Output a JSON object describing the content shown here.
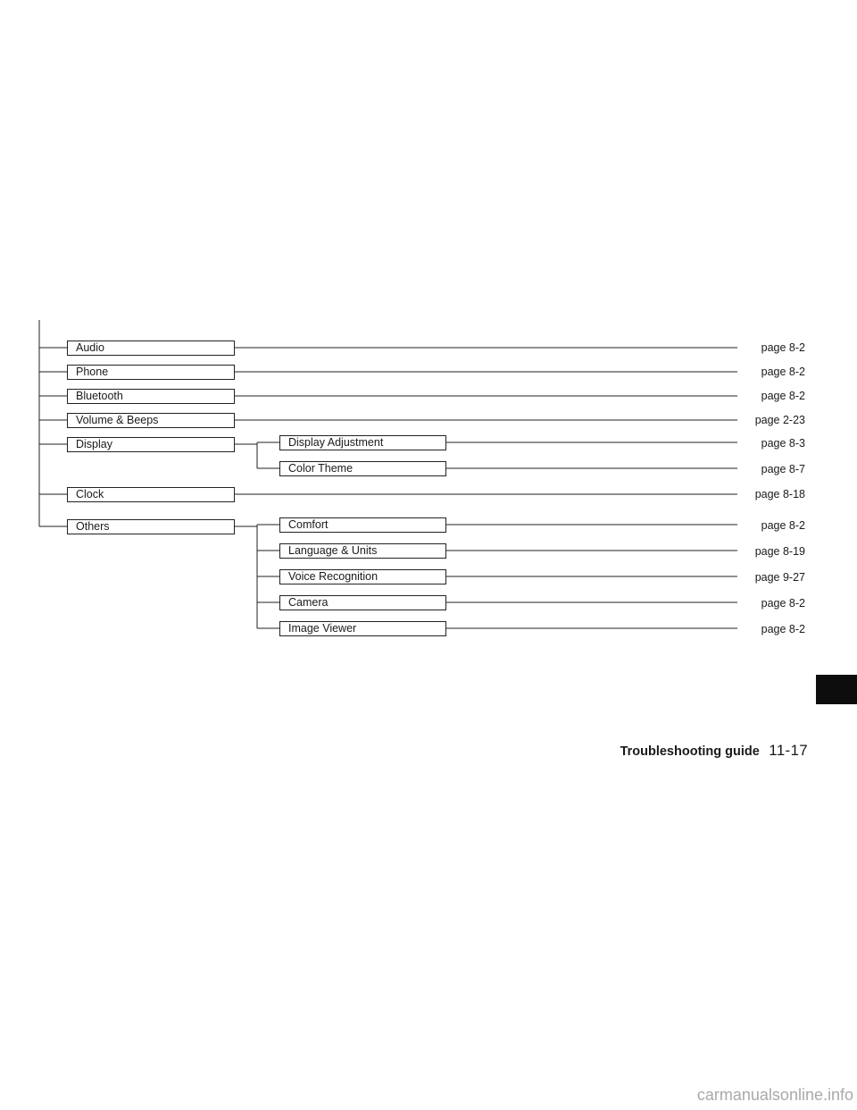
{
  "menu": [
    {
      "label": "Audio",
      "page": "page 8-2"
    },
    {
      "label": "Phone",
      "page": "page 8-2"
    },
    {
      "label": "Bluetooth",
      "page": "page 8-2"
    },
    {
      "label": "Volume & Beeps",
      "page": "page 2-23"
    },
    {
      "label": "Display",
      "page": "",
      "children": [
        {
          "label": "Display Adjustment",
          "page": "page 8-3"
        },
        {
          "label": "Color Theme",
          "page": "page 8-7"
        }
      ]
    },
    {
      "label": "Clock",
      "page": "page 8-18"
    },
    {
      "label": "Others",
      "page": "",
      "children": [
        {
          "label": "Comfort",
          "page": "page 8-2"
        },
        {
          "label": "Language & Units",
          "page": "page 8-19"
        },
        {
          "label": "Voice Recognition",
          "page": "page 9-27"
        },
        {
          "label": "Camera",
          "page": "page 8-2"
        },
        {
          "label": "Image Viewer",
          "page": "page 8-2"
        }
      ]
    }
  ],
  "footer": {
    "title": "Troubleshooting guide",
    "page": "11-17"
  },
  "watermark": "carmanualsonline.info",
  "colors": {
    "line": "#222222",
    "tab": "#0d0d0d",
    "watermark": "#a9a9a9"
  }
}
